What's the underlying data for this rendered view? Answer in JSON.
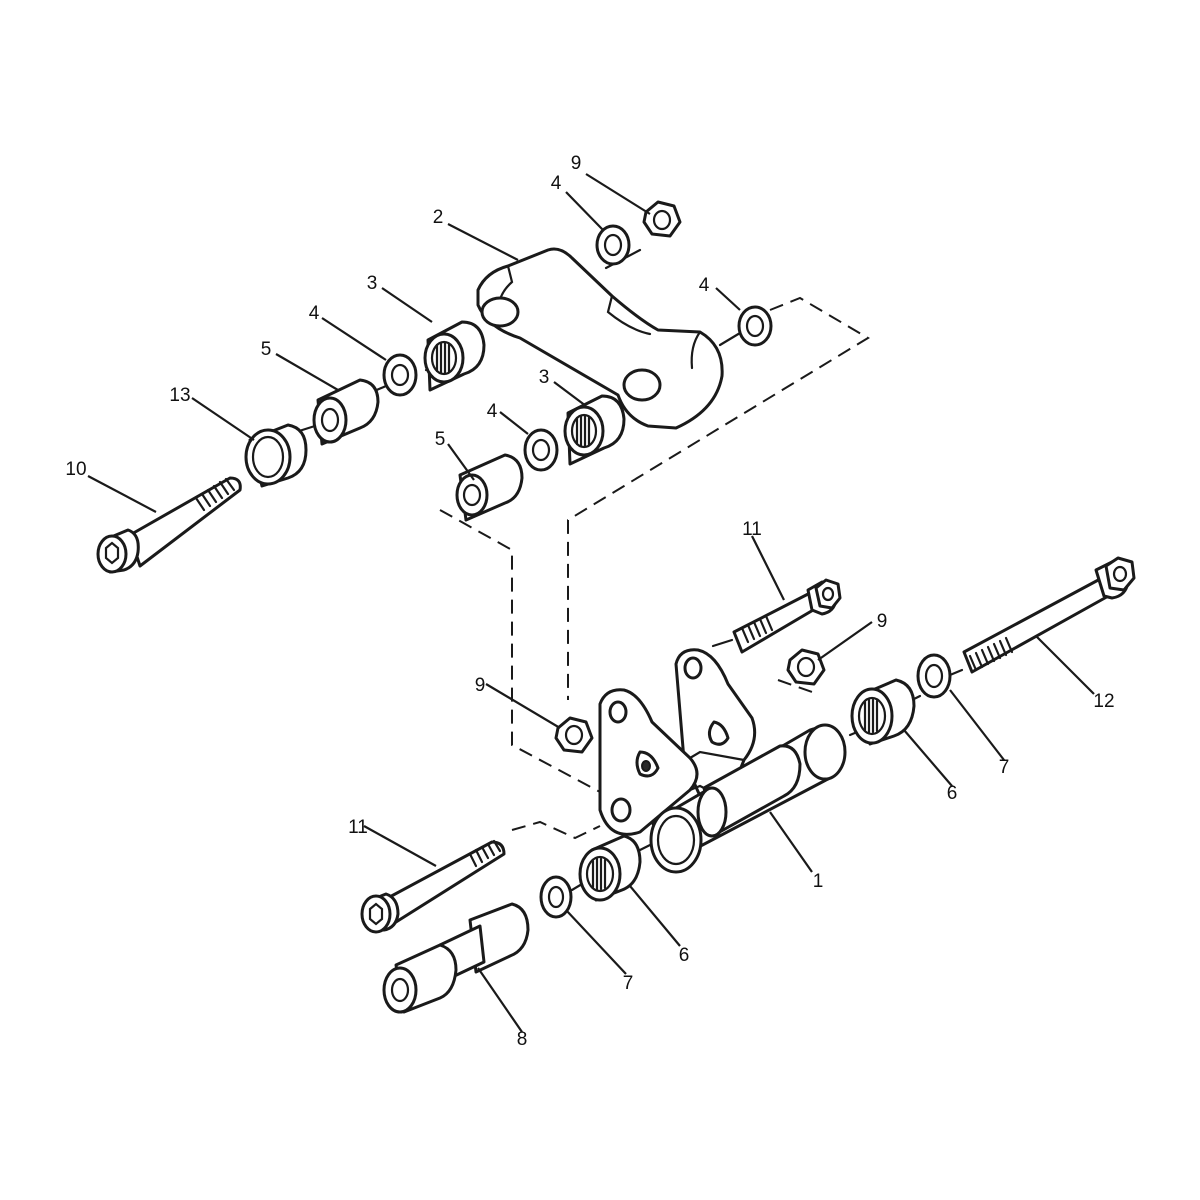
{
  "callouts": {
    "c1": "1",
    "c2": "2",
    "c3a": "3",
    "c3b": "3",
    "c4a": "4",
    "c4b": "4",
    "c4c": "4",
    "c4d": "4",
    "c5a": "5",
    "c5b": "5",
    "c6a": "6",
    "c6b": "6",
    "c7a": "7",
    "c7b": "7",
    "c8": "8",
    "c9a": "9",
    "c9b": "9",
    "c9c": "9",
    "c10": "10",
    "c11a": "11",
    "c11b": "11",
    "c12": "12",
    "c13": "13"
  }
}
